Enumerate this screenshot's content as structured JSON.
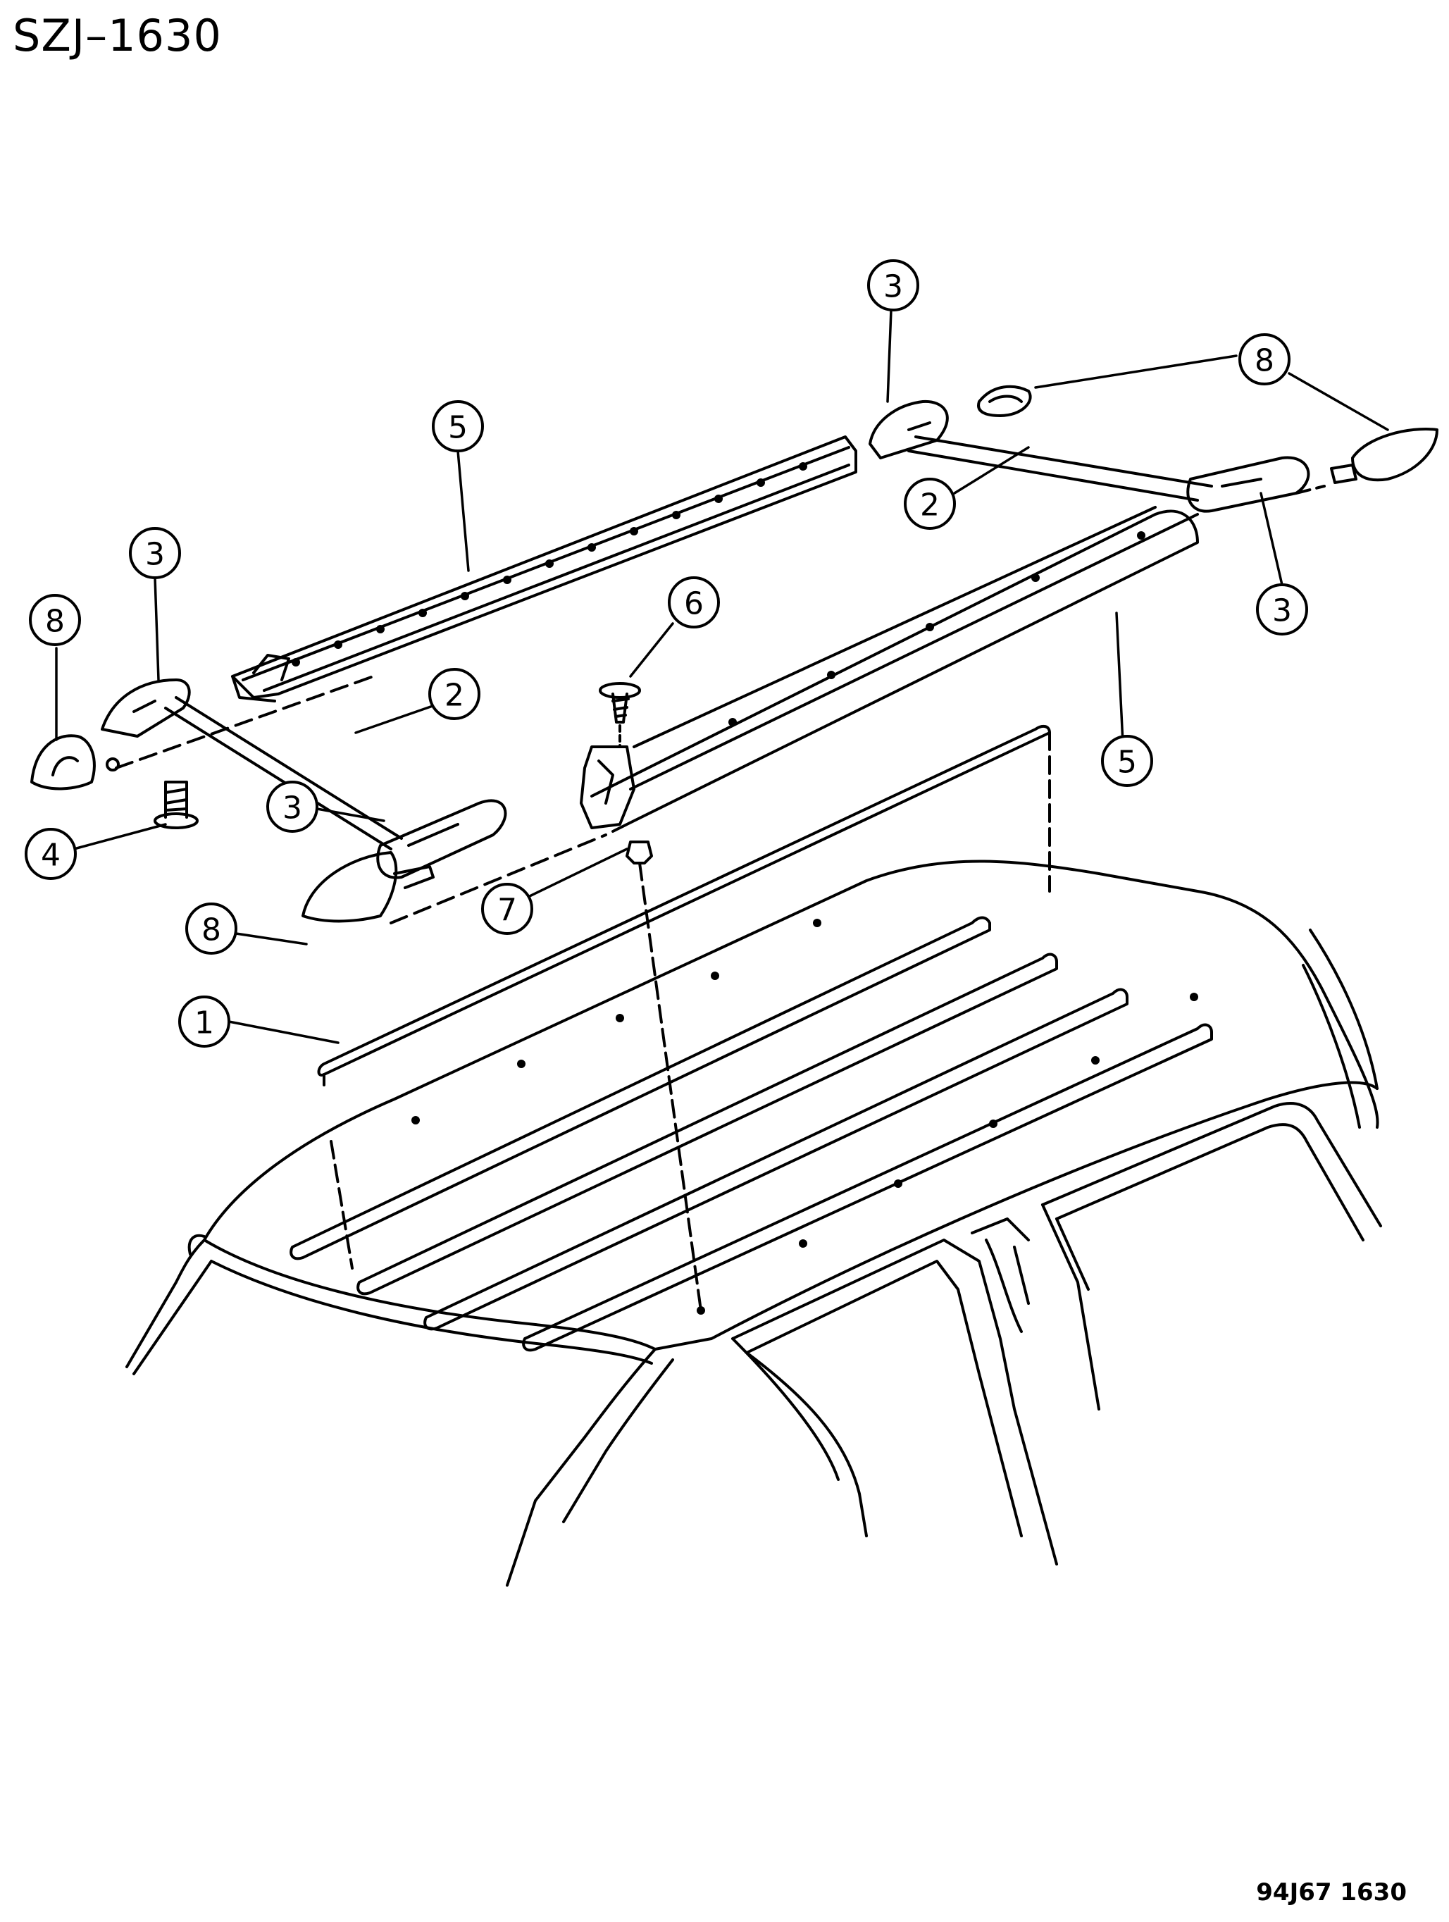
{
  "title": "SZJ–1630",
  "figure_code": "94J67  1630",
  "callouts": [
    {
      "id": "c1",
      "label": "1"
    },
    {
      "id": "c2a",
      "label": "2"
    },
    {
      "id": "c2b",
      "label": "2"
    },
    {
      "id": "c3a",
      "label": "3"
    },
    {
      "id": "c3b",
      "label": "3"
    },
    {
      "id": "c3c",
      "label": "3"
    },
    {
      "id": "c3d",
      "label": "3"
    },
    {
      "id": "c4",
      "label": "4"
    },
    {
      "id": "c5a",
      "label": "5"
    },
    {
      "id": "c5b",
      "label": "5"
    },
    {
      "id": "c6",
      "label": "6"
    },
    {
      "id": "c7",
      "label": "7"
    },
    {
      "id": "c8a",
      "label": "8"
    },
    {
      "id": "c8b",
      "label": "8"
    },
    {
      "id": "c8c",
      "label": "8"
    }
  ]
}
